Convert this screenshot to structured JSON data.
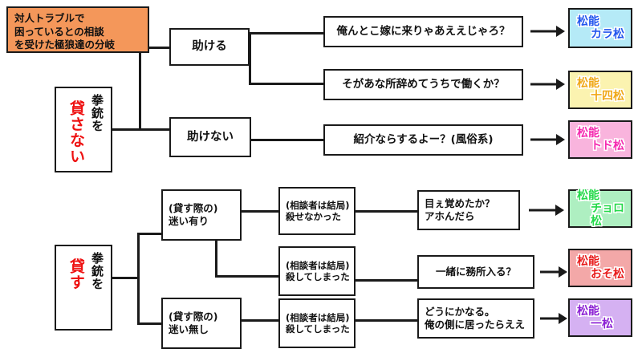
{
  "diagram": {
    "title_box": {
      "lines": [
        "対人トラブルで",
        "困っているとの相談",
        "を受けた極狼達の分岐"
      ],
      "bg": "#f4975a"
    },
    "roots": [
      {
        "id": "root-no-lend",
        "label": "拳銃を",
        "value": "貸さない",
        "value_color": "#ee1111"
      },
      {
        "id": "root-lend",
        "label": "拳銃を",
        "value": "貸す",
        "value_color": "#ee1111"
      }
    ],
    "branches": [
      {
        "id": "branch-help",
        "text": "助ける"
      },
      {
        "id": "branch-no-help",
        "text": "助けない"
      },
      {
        "id": "branch-hesitant",
        "line1": "(貸す際の)",
        "line2": "迷い有り"
      },
      {
        "id": "branch-no-hesitant",
        "line1": "(貸す際の)",
        "line2": "迷い無し"
      }
    ],
    "outcomes": [
      {
        "id": "outcome-could-not-kill",
        "line1": "(相談者は結局)",
        "line2": "殺せなかった"
      },
      {
        "id": "outcome-killed-1",
        "line1": "(相談者は結局)",
        "line2": "殺してしまった"
      },
      {
        "id": "outcome-killed-2",
        "line1": "(相談者は結局)",
        "line2": "殺してしまった"
      }
    ],
    "quotes": [
      {
        "id": "quote-karamatsu",
        "line1": "俺んとこ嫁に来りゃあええじゃろ？",
        "line2": ""
      },
      {
        "id": "quote-jushimatsu",
        "line1": "そがあな所辞めてうちで働くか？",
        "line2": ""
      },
      {
        "id": "quote-todomatsu",
        "line1": "紹介ならするよー？(風俗系)",
        "line2": ""
      },
      {
        "id": "quote-choromatsu",
        "line1": "目ぇ覚めたか？",
        "line2": "アホんだら"
      },
      {
        "id": "quote-osomatsu",
        "line1": "一緒に務所入る？",
        "line2": ""
      },
      {
        "id": "quote-ichimatsu",
        "line1": "どうにかなる。",
        "line2": "俺の側に居ったらええ"
      }
    ],
    "characters": [
      {
        "id": "char-karamatsu",
        "prefix": "松能",
        "name": "カラ松",
        "bg": "#b5eaf7",
        "fg": "#2255ee"
      },
      {
        "id": "char-jushimatsu",
        "prefix": "松能",
        "name": "十四松",
        "bg": "#fbf3b0",
        "fg": "#f0a818"
      },
      {
        "id": "char-todomatsu",
        "prefix": "松能",
        "name": "トド松",
        "bg": "#f9b4dd",
        "fg": "#f52bb0"
      },
      {
        "id": "char-choromatsu",
        "prefix": "松能",
        "name": "チョロ松",
        "bg": "#aeefc1",
        "fg": "#24d94a"
      },
      {
        "id": "char-osomatsu",
        "prefix": "松能",
        "name": "おそ松",
        "bg": "#f3a8a8",
        "fg": "#e81b1b"
      },
      {
        "id": "char-ichimatsu",
        "prefix": "松能",
        "name": "一松",
        "bg": "#d5b1f2",
        "fg": "#8b1fd4"
      }
    ]
  }
}
